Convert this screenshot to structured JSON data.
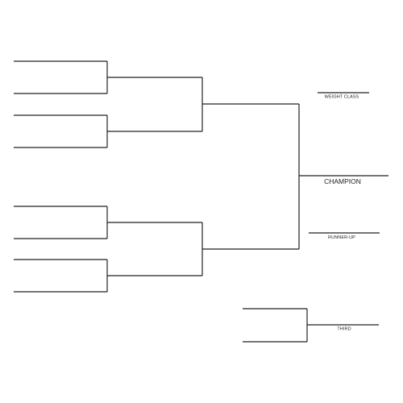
{
  "labels": {
    "weight_class": "WEIGHT CLASS",
    "champion": "CHAMPION",
    "runner_up": "RUNNER-UP",
    "third": "THIRD"
  }
}
